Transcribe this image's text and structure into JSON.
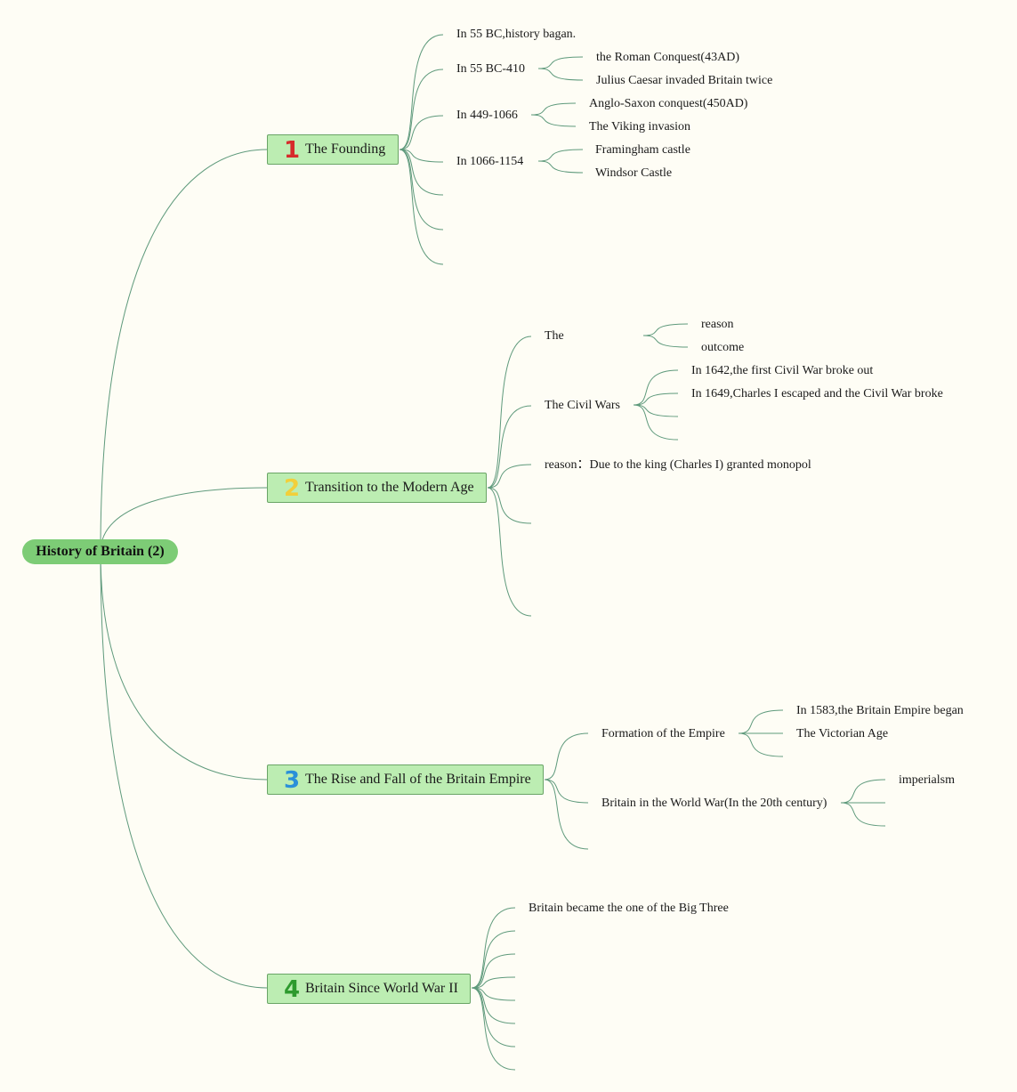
{
  "root": {
    "label": "History of Britain (2)"
  },
  "topics": [
    {
      "num": "1",
      "color": "#d62b2b",
      "label": "The Founding",
      "items": [
        "In 55 BC,history bagan.",
        "In 55 BC-410",
        "In 449-1066",
        "In 1066-1154"
      ],
      "sub": {
        "bc410": [
          "the Roman Conquest(43AD)",
          "Julius Caesar invaded Britain twice"
        ],
        "y449": [
          "Anglo-Saxon conquest(450AD)",
          "The Viking invasion"
        ],
        "y1066": [
          "Framingham castle",
          "Windsor Castle"
        ]
      }
    },
    {
      "num": "2",
      "color": "#f2cf3a",
      "label": "Transition to the Modern Age",
      "items": [
        "The",
        "The Civil Wars",
        "reason：Due to the king (Charles I) granted monopol"
      ],
      "sub": {
        "the": [
          "reason",
          "outcome"
        ],
        "civil": [
          "In 1642,the first Civil War broke out",
          "In 1649,Charles I escaped and the Civil War broke"
        ]
      }
    },
    {
      "num": "3",
      "color": "#2a90d9",
      "label": "The Rise and Fall of the Britain Empire",
      "items": [
        "Formation of the Empire",
        "Britain in the World War(In the 20th century)"
      ],
      "sub": {
        "formation": [
          "In 1583,the Britain Empire began",
          "The Victorian Age"
        ],
        "war": [
          "imperialsm"
        ]
      }
    },
    {
      "num": "4",
      "color": "#2e9a2e",
      "label": "Britain Since World War II",
      "items": [
        "Britain became the one of the Big Three"
      ]
    }
  ],
  "colors": {
    "root": "#7dcc76",
    "topic_bg": "#bcedb2",
    "topic_border": "#6aa466",
    "line": "#5f9a7c",
    "background": "#fefdf5"
  }
}
